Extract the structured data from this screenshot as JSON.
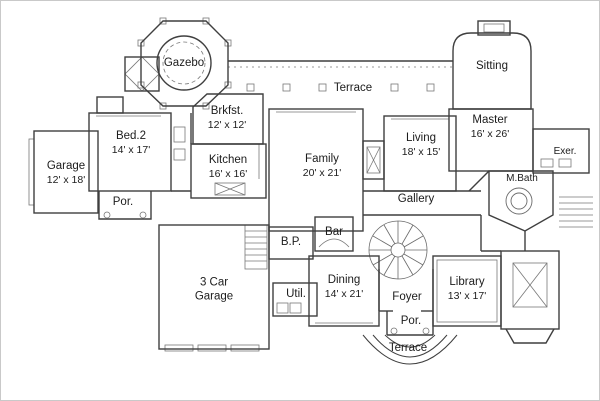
{
  "colors": {
    "background": "#ffffff",
    "wall_line": "#3f3f3f",
    "detail_line": "#787878",
    "text": "#1c1c1c"
  },
  "labels": {
    "gazebo": {
      "name": "Gazebo"
    },
    "terrace_top": {
      "name": "Terrace"
    },
    "sitting": {
      "name": "Sitting"
    },
    "brkfst": {
      "name": "Brkfst.",
      "dims": "12' x 12'"
    },
    "bed2": {
      "name": "Bed.2",
      "dims": "14' x 17'"
    },
    "garage_left": {
      "name": "Garage",
      "dims": "12' x 18'"
    },
    "kitchen": {
      "name": "Kitchen",
      "dims": "16' x 16'"
    },
    "family": {
      "name": "Family",
      "dims": "20' x 21'"
    },
    "living": {
      "name": "Living",
      "dims": "18' x 15'"
    },
    "master": {
      "name": "Master",
      "dims": "16' x 26'"
    },
    "exer": {
      "name": "Exer."
    },
    "mbath": {
      "name": "M.Bath"
    },
    "por_left": {
      "name": "Por."
    },
    "gallery": {
      "name": "Gallery"
    },
    "bp": {
      "name": "B.P."
    },
    "bar": {
      "name": "Bar"
    },
    "garage3": {
      "name": "3 Car Garage"
    },
    "util": {
      "name": "Util."
    },
    "dining": {
      "name": "Dining",
      "dims": "14' x 21'"
    },
    "foyer": {
      "name": "Foyer"
    },
    "library": {
      "name": "Library",
      "dims": "13' x 17'"
    },
    "por_bottom": {
      "name": "Por."
    },
    "terrace_bottom": {
      "name": "Terrace"
    }
  }
}
